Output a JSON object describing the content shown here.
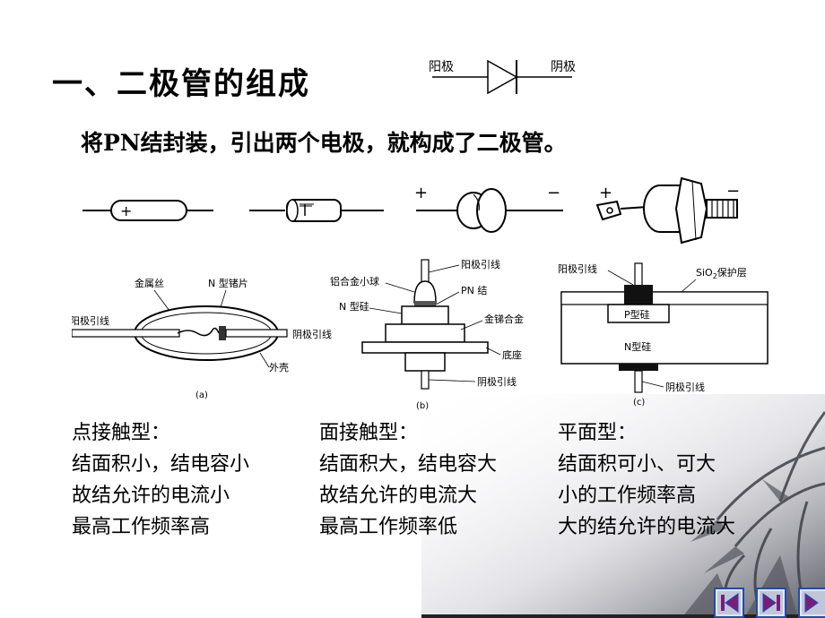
{
  "slide": {
    "title": "一、二极管的组成",
    "subtitle": "将PN结封装，引出两个电极，就构成了二极管。",
    "symbol": {
      "anode": "阳极",
      "cathode": "阴极"
    },
    "packages": {
      "plus": "+",
      "minus": "−"
    },
    "diagram_a": {
      "wire": "金属丝",
      "chip": "N 型锗片",
      "anode_lead": "阳极引线",
      "cathode_lead": "阴极引线",
      "shell": "外壳",
      "caption": "(a)"
    },
    "diagram_b": {
      "anode_lead": "阳极引线",
      "ball": "铝合金小球",
      "junction": "PN 结",
      "n_si": "N 型硅",
      "alloy": "金锑合金",
      "base": "底座",
      "cathode_lead": "阴极引线",
      "caption": "(b)"
    },
    "diagram_c": {
      "anode_lead": "阳极引线",
      "sio2_pre": "SiO",
      "sio2_sub": "2",
      "sio2_post": "保护层",
      "p_si": "P型硅",
      "n_si": "N型硅",
      "cathode_lead": "阴极引线",
      "caption": "(c)"
    },
    "columns": [
      {
        "type": "点接触型：",
        "l1": "结面积小，结电容小",
        "l2": "故结允许的电流小",
        "l3": "最高工作频率高"
      },
      {
        "type": "面接触型：",
        "l1": "结面积大，结电容大",
        "l2": "故结允许的电流大",
        "l3": "最高工作频率低"
      },
      {
        "type": "平面型：",
        "l1": "结面积可小、可大",
        "l2": "小的工作频率高",
        "l3": "大的结允许的电流大"
      }
    ]
  },
  "nav": {
    "first": "first-slide",
    "prev": "previous-slide",
    "next": "next-slide",
    "accent": "#7a1d7a",
    "frame": "#1a4fb0"
  }
}
